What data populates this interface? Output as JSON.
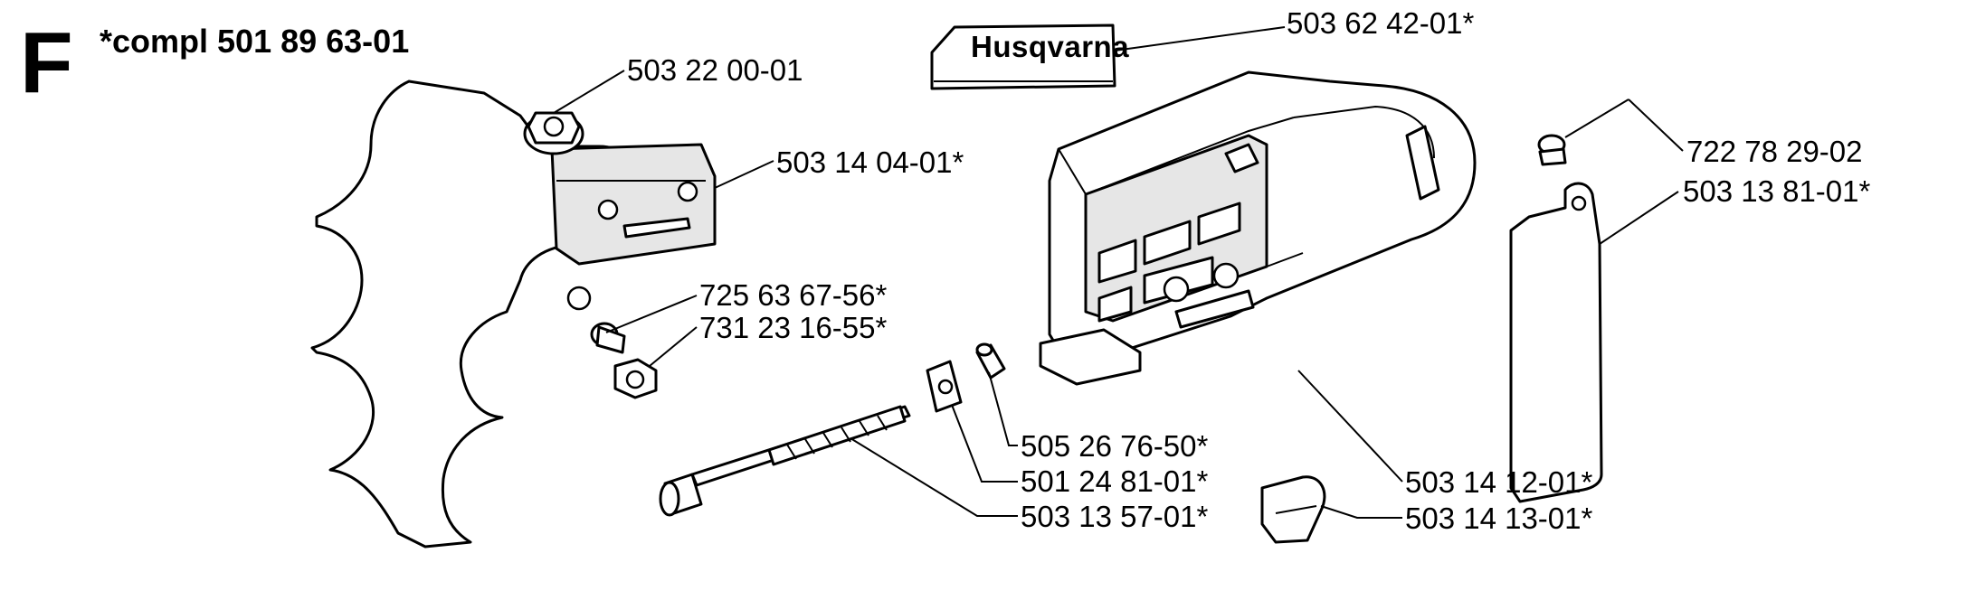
{
  "section_letter": "F",
  "kit_label": "*compl 501 89 63-01",
  "brand_logo_text": "Husqvarna",
  "parts": {
    "p503_62_42": "503 62 42-01*",
    "p503_22_00": "503 22 00-01",
    "p503_14_04": "503 14 04-01*",
    "p722_78_29": "722 78 29-02",
    "p503_13_81": "503 13 81-01*",
    "p725_63_67": "725 63 67-56*",
    "p731_23_16": "731 23 16-55*",
    "p505_26_76": "505 26 76-50*",
    "p501_24_81": "501 24 81-01*",
    "p503_13_57": "503 13 57-01*",
    "p503_14_12": "503 14 12-01*",
    "p503_14_13": "503 14 13-01*"
  }
}
